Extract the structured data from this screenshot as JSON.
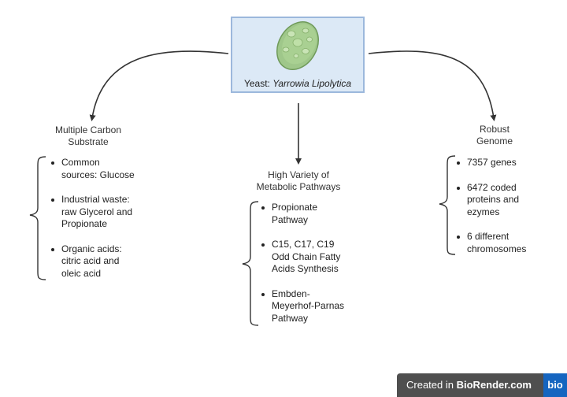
{
  "center": {
    "caption_prefix": "Yeast:",
    "caption_species": "Yarrowia Lipolytica",
    "illustration": "yeast-cell-icon"
  },
  "left": {
    "heading_line1": "Multiple Carbon",
    "heading_line2": "Substrate",
    "items": [
      {
        "line1": "Common",
        "line2": "sources: Glucose"
      },
      {
        "line1": "Industrial waste:",
        "line2": "raw Glycerol and",
        "line3": "Propionate"
      },
      {
        "line1": "Organic acids:",
        "line2": "citric acid and",
        "line3": "oleic acid"
      }
    ]
  },
  "middle": {
    "heading_line1": "High Variety of",
    "heading_line2": "Metabolic Pathways",
    "items": [
      {
        "line1": "Propionate",
        "line2": "Pathway"
      },
      {
        "line1": "C15, C17, C19",
        "line2": "Odd Chain Fatty",
        "line3": "Acids Synthesis"
      },
      {
        "line1": "Embden-",
        "line2": "Meyerhof-Parnas",
        "line3": "Pathway"
      }
    ]
  },
  "right": {
    "heading_line1": "Robust",
    "heading_line2": "Genome",
    "items": [
      {
        "line1": "7357 genes"
      },
      {
        "line1": "6472 coded",
        "line2": "proteins and",
        "line3": "ezymes"
      },
      {
        "line1": "6 different",
        "line2": "chromosomes"
      }
    ]
  },
  "badge": {
    "prefix": "Created in",
    "brand": "BioRender.com",
    "logo": "bio"
  },
  "colors": {
    "box_fill": "#dce9f6",
    "box_border": "#9cb8dc",
    "cell_green": "#9fc78a",
    "arrow": "#333333",
    "badge_bg": "#4f4f4f",
    "badge_logo_bg": "#1565c0"
  }
}
